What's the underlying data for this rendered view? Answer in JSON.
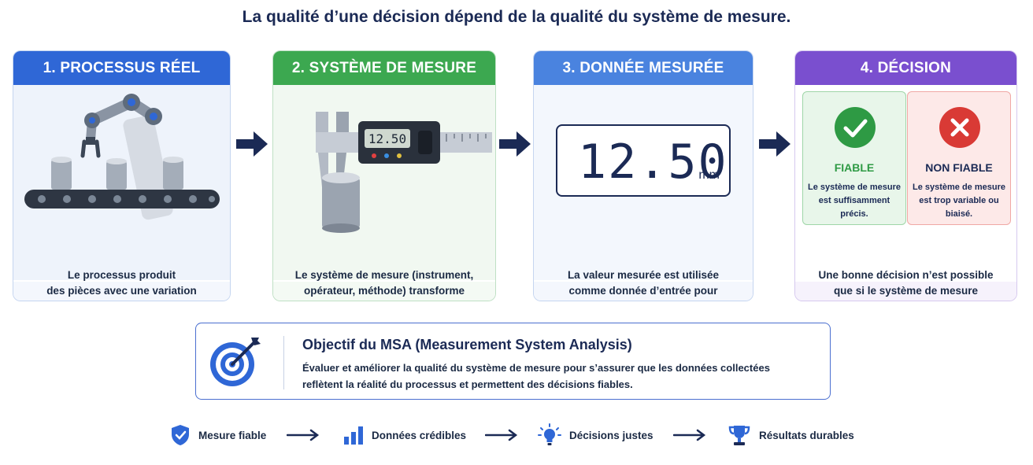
{
  "title": "La qualité d’une décision dépend de la qualité du système de mesure.",
  "colors": {
    "navy": "#1b2a55",
    "step1": "#2f67d6",
    "step2": "#3ca850",
    "step3": "#4a83df",
    "step4": "#7a4fcf",
    "ok": "#2e9a44",
    "ko": "#d93a35"
  },
  "steps": [
    {
      "header": "1. PROCESSUS RÉEL",
      "text": "Le processus produit\ndes pièces avec une variation\nnaturelle.",
      "icon": "robot-arm-conveyor-icon"
    },
    {
      "header": "2. SYSTÈME DE MESURE",
      "text": "Le système de mesure (instrument,\nopérateur, méthode) transforme\nla pièce en une valeur numérique.",
      "icon": "digital-caliper-icon",
      "caliper_display": "12.50"
    },
    {
      "header": "3. DONNÉE MESURÉE",
      "text": "La valeur mesurée est utilisée\ncomme donnée d’entrée pour\nl’analyse et le pilotage.",
      "reading": {
        "value": "12.50",
        "unit": "mm"
      }
    },
    {
      "header": "4. DÉCISION",
      "text": "Une bonne décision n’est possible\nque si le système de mesure\nest fiable."
    }
  ],
  "decision": {
    "ok": {
      "label": "FIABLE",
      "text": "Le système de mesure\nest suffisamment\nprécis.",
      "icon": "check-circle-icon"
    },
    "ko": {
      "label": "NON FIABLE",
      "text": "Le système de mesure\nest trop variable ou\nbiaisé.",
      "icon": "cross-circle-icon"
    }
  },
  "msa": {
    "title": "Objectif du MSA (Measurement System Analysis)",
    "text": "Évaluer et améliorer la qualité du système de mesure pour s’assurer que les données collectées\nreflètent la réalité du processus et permettent des décisions fiables.",
    "icon": "target-arrow-icon"
  },
  "bottom": [
    {
      "label": "Mesure fiable",
      "icon": "shield-check-icon"
    },
    {
      "label": "Données crédibles",
      "icon": "bar-chart-icon"
    },
    {
      "label": "Décisions justes",
      "icon": "lightbulb-icon"
    },
    {
      "label": "Résultats durables",
      "icon": "trophy-icon"
    }
  ]
}
